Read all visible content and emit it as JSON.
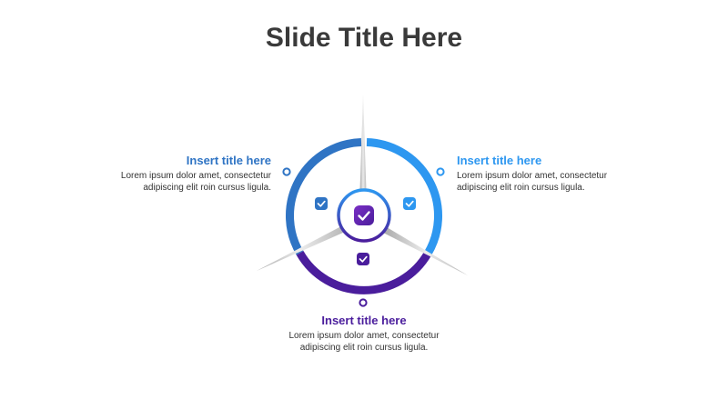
{
  "slide": {
    "title": "Slide Title Here"
  },
  "colors": {
    "blue_dark": "#2f74c4",
    "blue_light": "#2d97f0",
    "purple": "#4a1d9c",
    "text": "#333333",
    "title_text": "#3a3a3a",
    "spoke_gray": "#c8c8c8"
  },
  "segments": [
    {
      "id": "left",
      "title": "Insert title here",
      "body_line1": "Lorem ipsum dolor amet, consectetur",
      "body_line2": "adipiscing elit roin cursus ligula.",
      "color": "#2f74c4",
      "icon": "check-icon"
    },
    {
      "id": "right",
      "title": "Insert title here",
      "body_line1": "Lorem ipsum dolor amet, consectetur",
      "body_line2": "adipiscing elit roin cursus ligula.",
      "color": "#2d97f0",
      "icon": "check-icon"
    },
    {
      "id": "bottom",
      "title": "Insert title here",
      "body_line1": "Lorem ipsum dolor amet, consectetur",
      "body_line2": "adipiscing elit roin cursus ligula.",
      "color": "#4a1d9c",
      "icon": "check-icon"
    }
  ],
  "center_icon": "check-icon"
}
